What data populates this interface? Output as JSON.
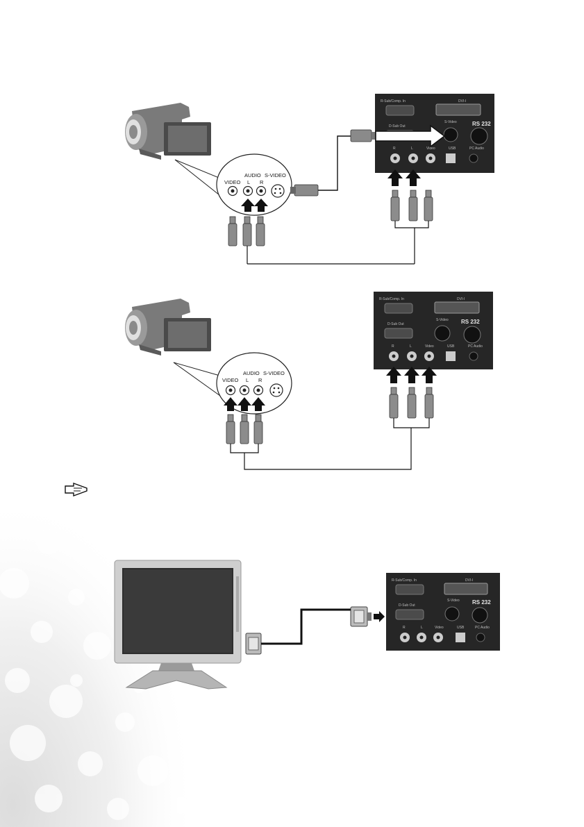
{
  "page": {
    "background_color": "#ffffff",
    "panel_color": "#262626"
  },
  "camcorder_jack_labels": {
    "video": "VIDEO",
    "audio": "AUDIO",
    "audio_l": "L",
    "audio_r": "R",
    "svideo": "S-VIDEO"
  },
  "projector_panel_labels": {
    "rgb_in": "R-Sub/Comp. In",
    "dvi": "DVI-I",
    "rgb_out": "D-Sub Out",
    "svideo": "S-Video",
    "rs232": "RS 232",
    "audio_r": "R",
    "audio_l": "L",
    "video": "Video",
    "usb": "USB",
    "pc_audio": "PC Audio"
  },
  "icons": {
    "note": "pointing-hand-note-icon",
    "camcorder": "camcorder-icon",
    "monitor": "lcd-monitor-icon",
    "plug": "rca-plug-icon",
    "arrow": "arrow-up-icon"
  }
}
